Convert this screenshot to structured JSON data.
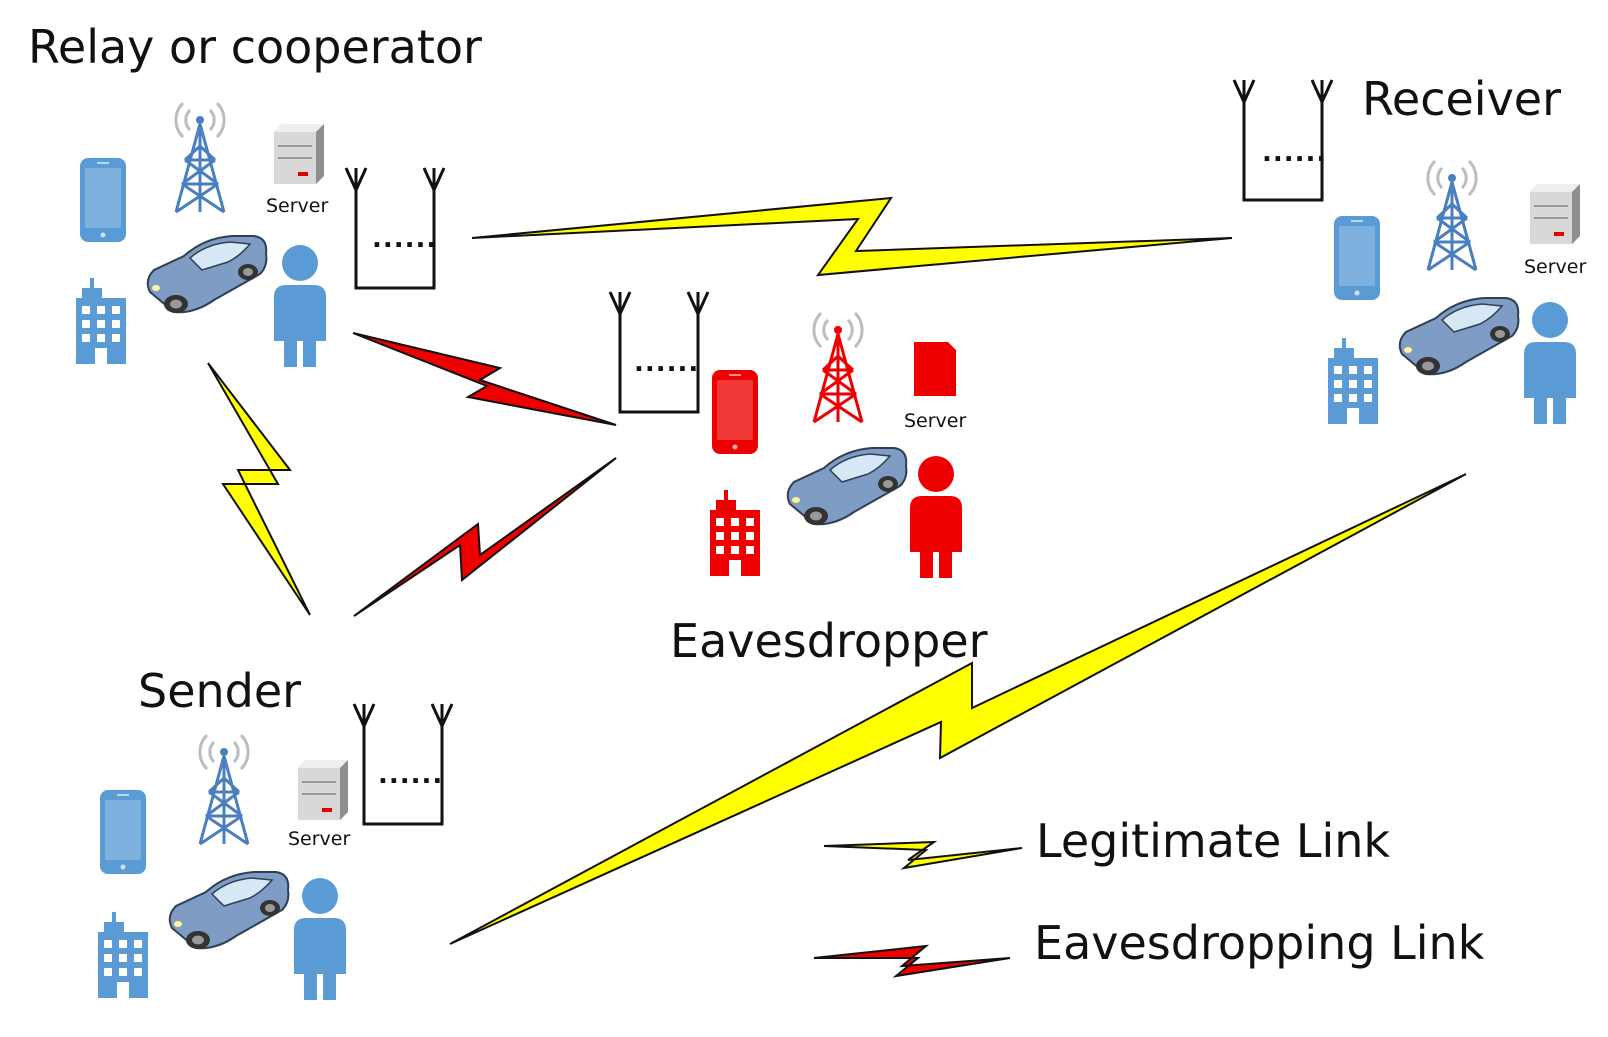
{
  "nodes": {
    "relay": {
      "label": "Relay or cooperator",
      "server_label": "Server"
    },
    "receiver": {
      "label": "Receiver",
      "server_label": "Server"
    },
    "eavesdropper": {
      "label": "Eavesdropper",
      "server_label": "Server"
    },
    "sender": {
      "label": "Sender",
      "server_label": "Server"
    }
  },
  "antenna_array": {
    "dots": "......"
  },
  "legend": {
    "legitimate": "Legitimate Link",
    "eavesdropping": "Eavesdropping Link"
  },
  "colors": {
    "legitimate_link": "#ffff00",
    "eavesdropping_link": "#ee0000",
    "device_blue": "#5b9bd5",
    "device_red": "#ee0000",
    "tower_signal": "#bbbbbb"
  },
  "icons": {
    "device_set": [
      "phone-icon",
      "tower-icon",
      "server-icon",
      "car-icon",
      "building-icon",
      "person-icon"
    ],
    "antenna": "antenna-array-icon"
  }
}
